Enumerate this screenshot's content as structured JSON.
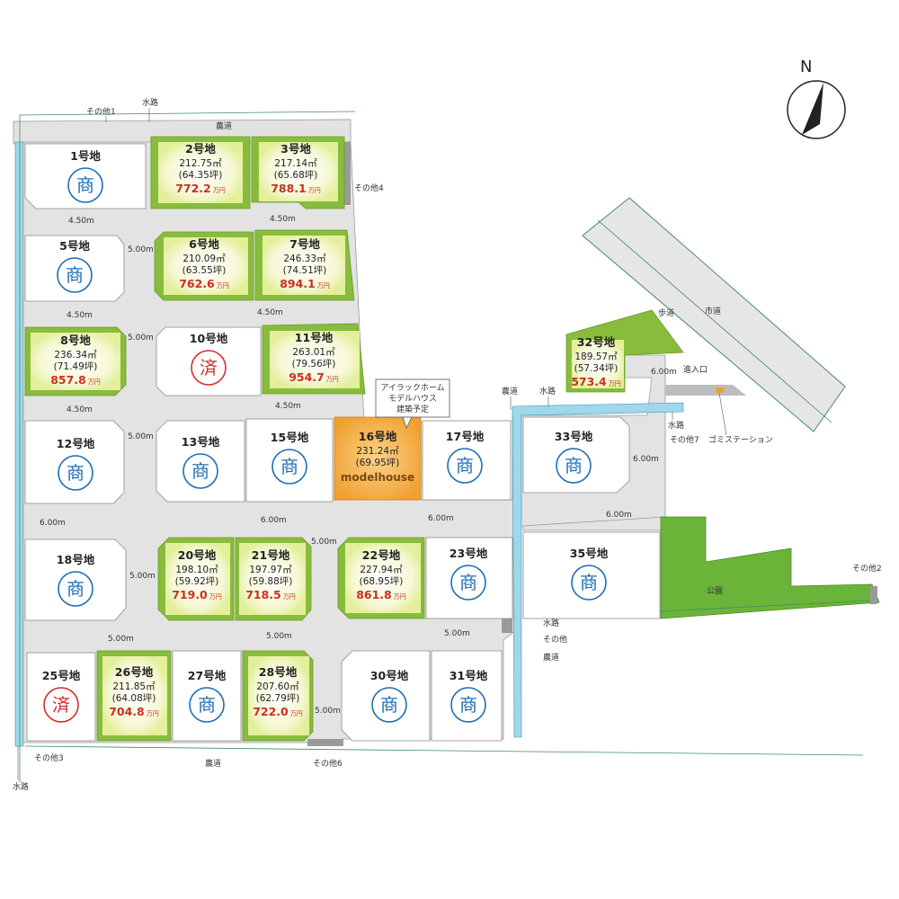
{
  "colors": {
    "lot_available": "#88bc3c",
    "lot_commercial": "#ffffff",
    "modelhouse": "#f2a13a",
    "park": "#6bb43a",
    "road": "#e3e3e3",
    "water": "#9fd8ea",
    "price_text": "#c8311f",
    "stamp_commercial": "#1f6db3",
    "stamp_sold": "#d72b2b"
  },
  "compass": {
    "label": "N"
  },
  "stamps": {
    "commercial": "商",
    "sold": "済"
  },
  "price_unit": "万円",
  "lots": [
    {
      "id": "1",
      "name": "1号地",
      "status": "commercial"
    },
    {
      "id": "2",
      "name": "2号地",
      "area": "212.75㎡",
      "tsubo": "(64.35坪)",
      "price": "772.2"
    },
    {
      "id": "3",
      "name": "3号地",
      "area": "217.14㎡",
      "tsubo": "(65.68坪)",
      "price": "788.1"
    },
    {
      "id": "5",
      "name": "5号地",
      "status": "commercial"
    },
    {
      "id": "6",
      "name": "6号地",
      "area": "210.09㎡",
      "tsubo": "(63.55坪)",
      "price": "762.6"
    },
    {
      "id": "7",
      "name": "7号地",
      "area": "246.33㎡",
      "tsubo": "(74.51坪)",
      "price": "894.1"
    },
    {
      "id": "8",
      "name": "8号地",
      "area": "236.34㎡",
      "tsubo": "(71.49坪)",
      "price": "857.8"
    },
    {
      "id": "10",
      "name": "10号地",
      "status": "sold"
    },
    {
      "id": "11",
      "name": "11号地",
      "area": "263.01㎡",
      "tsubo": "(79.56坪)",
      "price": "954.7"
    },
    {
      "id": "12",
      "name": "12号地",
      "status": "commercial"
    },
    {
      "id": "13",
      "name": "13号地",
      "status": "commercial"
    },
    {
      "id": "15",
      "name": "15号地",
      "status": "commercial"
    },
    {
      "id": "16",
      "name": "16号地",
      "area": "231.24㎡",
      "tsubo": "(69.95坪)",
      "modelhouse": "modelhouse"
    },
    {
      "id": "17",
      "name": "17号地",
      "status": "commercial"
    },
    {
      "id": "18",
      "name": "18号地",
      "status": "commercial"
    },
    {
      "id": "20",
      "name": "20号地",
      "area": "198.10㎡",
      "tsubo": "(59.92坪)",
      "price": "719.0"
    },
    {
      "id": "21",
      "name": "21号地",
      "area": "197.97㎡",
      "tsubo": "(59.88坪)",
      "price": "718.5"
    },
    {
      "id": "22",
      "name": "22号地",
      "area": "227.94㎡",
      "tsubo": "(68.95坪)",
      "price": "861.8"
    },
    {
      "id": "23",
      "name": "23号地",
      "status": "commercial"
    },
    {
      "id": "25",
      "name": "25号地",
      "status": "sold"
    },
    {
      "id": "26",
      "name": "26号地",
      "area": "211.85㎡",
      "tsubo": "(64.08坪)",
      "price": "704.8"
    },
    {
      "id": "27",
      "name": "27号地",
      "status": "commercial"
    },
    {
      "id": "28",
      "name": "28号地",
      "area": "207.60㎡",
      "tsubo": "(62.79坪)",
      "price": "722.0"
    },
    {
      "id": "30",
      "name": "30号地",
      "status": "commercial"
    },
    {
      "id": "31",
      "name": "31号地",
      "status": "commercial"
    },
    {
      "id": "32",
      "name": "32号地",
      "area": "189.57㎡",
      "tsubo": "(57.34坪)",
      "price": "573.4"
    },
    {
      "id": "33",
      "name": "33号地",
      "status": "commercial"
    },
    {
      "id": "35",
      "name": "35号地",
      "status": "commercial"
    }
  ],
  "labels": {
    "other1": "その他1",
    "waterway_top": "水路",
    "farm_road_top": "農道",
    "other4": "その他4",
    "road_450": "4.50m",
    "road_500": "5.00m",
    "road_600": "6.00m",
    "model_note_1": "アイラックホーム",
    "model_note_2": "モデルハウス",
    "model_note_3": "建築予定",
    "farm_road_mid": "農道",
    "waterway_mid": "水路",
    "sidewalk": "歩道",
    "city_road": "市道",
    "entrance": "進入口",
    "waterway_east": "水路",
    "other7": "その他7",
    "garbage_station": "ゴミステーション",
    "park": "公園",
    "other2": "その他2",
    "waterway_s1": "水路",
    "other_s": "その他",
    "farm_road_s": "農道",
    "other3": "その他3",
    "farm_road_bottom": "農道",
    "other6": "その他6",
    "waterway_bottom": "水路"
  }
}
